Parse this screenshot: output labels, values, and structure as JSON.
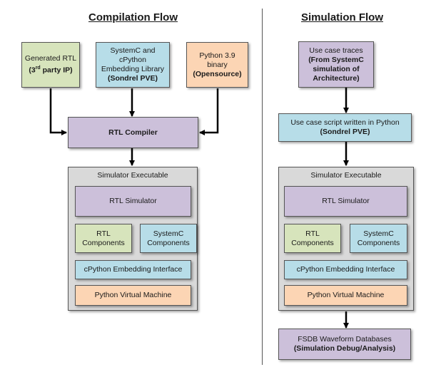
{
  "compilation": {
    "title": "Compilation Flow",
    "generated_rtl": {
      "line1": "Generated RTL",
      "line2_pre": "(3",
      "line2_sup": "rd",
      "line2_post": " party IP)"
    },
    "systemc_lib": {
      "line1": "SystemC and",
      "line2": "cPython",
      "line3": "Embedding Library",
      "line4": "(Sondrel PVE)"
    },
    "python_bin": {
      "line1": "Python 3.9",
      "line2": "binary",
      "line3": "(Opensource)"
    },
    "rtl_compiler": "RTL Compiler",
    "sim_exec": {
      "label": "Simulator Executable",
      "rtl_simulator": "RTL Simulator",
      "rtl_components": {
        "line1": "RTL",
        "line2": "Components"
      },
      "systemc_components": {
        "line1": "SystemC",
        "line2": "Components"
      },
      "cpython_interface": "cPython Embedding Interface",
      "python_vm": "Python Virtual Machine"
    }
  },
  "simulation": {
    "title": "Simulation Flow",
    "use_case_traces": {
      "line1": "Use case traces",
      "line2": "(From SystemC",
      "line3": "simulation of",
      "line4": "Architecture)"
    },
    "use_case_script": {
      "line1": "Use case script written in Python",
      "line2": "(Sondrel PVE)"
    },
    "sim_exec": {
      "label": "Simulator Executable",
      "rtl_simulator": "RTL Simulator",
      "rtl_components": {
        "line1": "RTL",
        "line2": "Components"
      },
      "systemc_components": {
        "line1": "SystemC",
        "line2": "Components"
      },
      "cpython_interface": "cPython Embedding Interface",
      "python_vm": "Python Virtual Machine"
    },
    "fsdb": {
      "line1": "FSDB Waveform Databases",
      "line2": "(Simulation Debug/Analysis)"
    }
  },
  "colors": {
    "green": "#d7e4bc",
    "blue": "#b7dde8",
    "orange": "#fcd5b4",
    "purple": "#ccc0da",
    "gray": "#d9d9d9"
  }
}
